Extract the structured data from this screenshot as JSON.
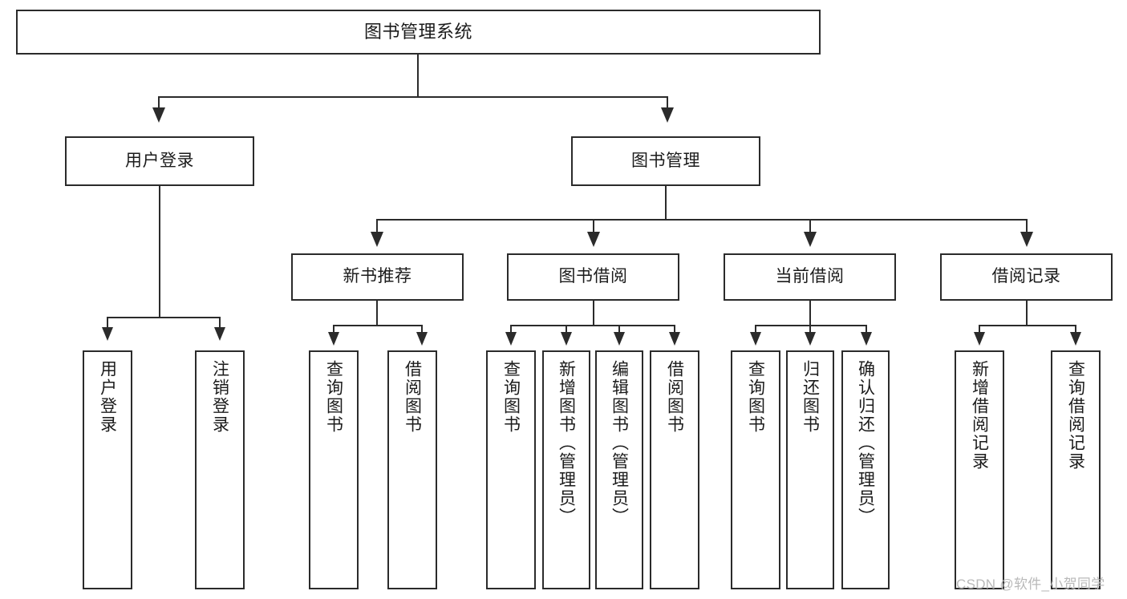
{
  "diagram": {
    "type": "tree",
    "title": "图书管理系统",
    "watermark": "CSDN @软件_小贺同学",
    "colors": {
      "stroke": "#2b2b2b",
      "fill": "#ffffff",
      "text": "#1b1b1b",
      "watermark": "#b9b9b9"
    },
    "nodes": {
      "root": {
        "label": "图书管理系统"
      },
      "level1": [
        {
          "id": "user-login",
          "label": "用户登录"
        },
        {
          "id": "book-manage",
          "label": "图书管理"
        }
      ],
      "level2": [
        {
          "id": "new-book-rec",
          "label": "新书推荐"
        },
        {
          "id": "book-borrow",
          "label": "图书借阅"
        },
        {
          "id": "current-borrow",
          "label": "当前借阅"
        },
        {
          "id": "borrow-record",
          "label": "借阅记录"
        }
      ],
      "leaves": {
        "user-login": [
          {
            "id": "leaf-user-login",
            "label": "用户登录"
          },
          {
            "id": "leaf-user-logout",
            "label": "注销登录"
          }
        ],
        "new-book-rec": [
          {
            "id": "leaf-query-book-1",
            "label": "查询图书"
          },
          {
            "id": "leaf-borrow-book-1",
            "label": "借阅图书"
          }
        ],
        "book-borrow": [
          {
            "id": "leaf-query-book-2",
            "label": "查询图书"
          },
          {
            "id": "leaf-add-book",
            "label": "新增图书（管理员）"
          },
          {
            "id": "leaf-edit-book",
            "label": "编辑图书（管理员）"
          },
          {
            "id": "leaf-borrow-book-2",
            "label": "借阅图书"
          }
        ],
        "current-borrow": [
          {
            "id": "leaf-query-book-3",
            "label": "查询图书"
          },
          {
            "id": "leaf-return-book",
            "label": "归还图书"
          },
          {
            "id": "leaf-confirm-return",
            "label": "确认归还（管理员）"
          }
        ],
        "borrow-record": [
          {
            "id": "leaf-add-record",
            "label": "新增借阅记录"
          },
          {
            "id": "leaf-query-record",
            "label": "查询借阅记录"
          }
        ]
      }
    }
  }
}
